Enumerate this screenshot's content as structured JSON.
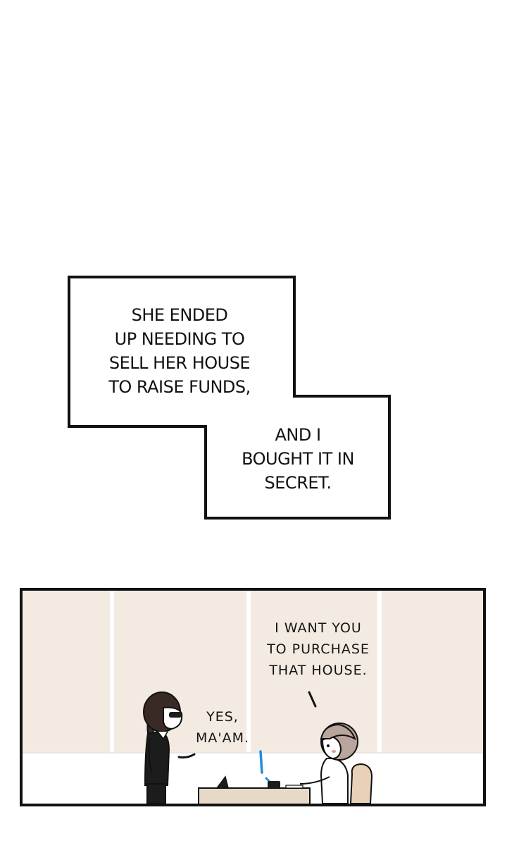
{
  "narration": {
    "box1": {
      "lines": [
        "SHE ENDED",
        "UP NEEDING TO",
        "SELL HER HOUSE",
        "TO RAISE FUNDS,"
      ]
    },
    "box2": {
      "lines": [
        "AND I",
        "BOUGHT IT IN",
        "SECRET."
      ]
    }
  },
  "panel": {
    "speech_boss": {
      "lines": [
        "I WANT YOU",
        "TO PURCHASE",
        "THAT HOUSE."
      ]
    },
    "speech_assistant": {
      "lines": [
        "YES,",
        "MA'AM."
      ]
    }
  },
  "colors": {
    "wall": "#f3ebe2",
    "wall_divider": "#ffffff",
    "floor": "#ffffff",
    "border": "#111111",
    "desk": "#e6d9c7",
    "chair": "#e9d1b9",
    "hair_boss": "#b9a59b",
    "hair_assistant": "#3a2a25",
    "suit": "#1c1c1c",
    "accent_blue": "#1a8fe0"
  }
}
